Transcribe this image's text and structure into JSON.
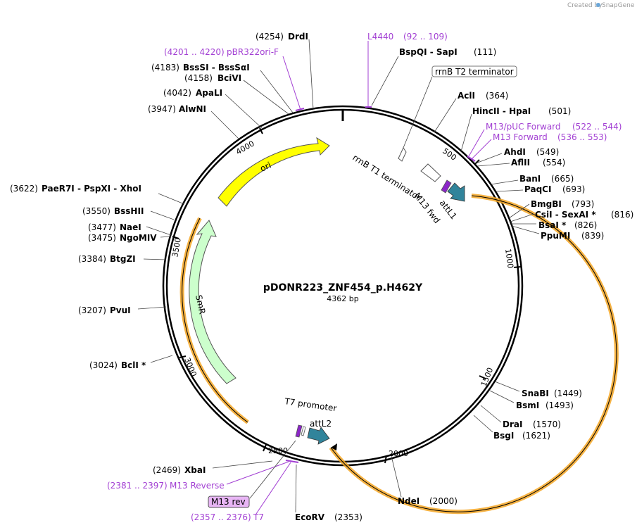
{
  "credit": "Created by",
  "brand": "SnapGene",
  "plasmid": {
    "name": "pDONR223_ZNF454_p.H462Y",
    "length_label": "4362 bp",
    "length": 4362
  },
  "sites": [
    {
      "id": "drdi",
      "name": "DrdI",
      "pos": "(4254)"
    },
    {
      "id": "bspqi",
      "name": "BspQI  -  SapI",
      "pos": "(111)"
    },
    {
      "id": "bsssi",
      "name": "BssSI  -  BssSαI",
      "pos": "(4183)"
    },
    {
      "id": "bcivi",
      "name": "BciVI",
      "pos": "(4158)"
    },
    {
      "id": "apali",
      "name": "ApaLI",
      "pos": "(4042)"
    },
    {
      "id": "alwni",
      "name": "AlwNI",
      "pos": "(3947)"
    },
    {
      "id": "acli",
      "name": "AclI",
      "pos": "(364)"
    },
    {
      "id": "hincii",
      "name": "HincII  -  HpaI",
      "pos": "(501)"
    },
    {
      "id": "ahdi",
      "name": "AhdI",
      "pos": "(549)"
    },
    {
      "id": "aflii",
      "name": "AflII",
      "pos": "(554)"
    },
    {
      "id": "bani",
      "name": "BanI",
      "pos": "(665)"
    },
    {
      "id": "paqci",
      "name": "PaqCI",
      "pos": "(693)"
    },
    {
      "id": "bmgbi",
      "name": "BmgBI",
      "pos": "(793)"
    },
    {
      "id": "csii",
      "name": "CsiI  -  SexAI *",
      "pos": "(816)"
    },
    {
      "id": "bsai",
      "name": "BsaI *",
      "pos": "(826)"
    },
    {
      "id": "ppumi",
      "name": "PpuMI",
      "pos": "(839)"
    },
    {
      "id": "paer7i",
      "name": "PaeR7I  -  PspXI  -  XhoI",
      "pos": "(3622)"
    },
    {
      "id": "bsshii",
      "name": "BssHII",
      "pos": "(3550)"
    },
    {
      "id": "naei",
      "name": "NaeI",
      "pos": "(3477)"
    },
    {
      "id": "ngomiv",
      "name": "NgoMIV",
      "pos": "(3475)"
    },
    {
      "id": "btgzi",
      "name": "BtgZI",
      "pos": "(3384)"
    },
    {
      "id": "pvui",
      "name": "PvuI",
      "pos": "(3207)"
    },
    {
      "id": "bcli",
      "name": "BclI *",
      "pos": "(3024)"
    },
    {
      "id": "snabi",
      "name": "SnaBI",
      "pos": "(1449)"
    },
    {
      "id": "bsmi",
      "name": "BsmI",
      "pos": "(1493)"
    },
    {
      "id": "drai",
      "name": "DraI",
      "pos": "(1570)"
    },
    {
      "id": "bsgi",
      "name": "BsgI",
      "pos": "(1621)"
    },
    {
      "id": "xbai",
      "name": "XbaI",
      "pos": "(2469)"
    },
    {
      "id": "ndei",
      "name": "NdeI",
      "pos": "(2000)"
    },
    {
      "id": "ecorv",
      "name": "EcoRV",
      "pos": "(2353)"
    }
  ],
  "primers": [
    {
      "id": "pbr322ori",
      "name": "pBR322ori-F",
      "range": "(4201 .. 4220)"
    },
    {
      "id": "l4440",
      "name": "L4440",
      "range": "(92 .. 109)"
    },
    {
      "id": "m13puc",
      "name": "M13/pUC Forward",
      "range": "(522 .. 544)"
    },
    {
      "id": "m13fwd",
      "name": "M13 Forward",
      "range": "(536 .. 553)"
    },
    {
      "id": "m13rev",
      "name": "M13 Reverse",
      "range": "(2381 .. 2397)"
    },
    {
      "id": "t7",
      "name": "T7",
      "range": "(2357 .. 2376)"
    }
  ],
  "features": {
    "ori": "ori",
    "smr": "SmR",
    "rrnb_t2": "rrnB T2 terminator",
    "rrnb_t1": "rrnB T1 terminator",
    "m13_fwd": "M13 fwd",
    "attl1": "attL1",
    "t7_promoter": "T7 promoter",
    "attl2": "attL2",
    "m13_rev_box": "M13 rev"
  },
  "ticks": [
    "500",
    "1000",
    "1500",
    "2000",
    "2500",
    "3000",
    "3500",
    "4000"
  ],
  "colors": {
    "ori": "#ffff00",
    "smr": "#ccffcc",
    "orf": "#f5a623",
    "att": "#31849b",
    "primer": "#a23fd3",
    "primer_feature": "#8b26c8"
  }
}
